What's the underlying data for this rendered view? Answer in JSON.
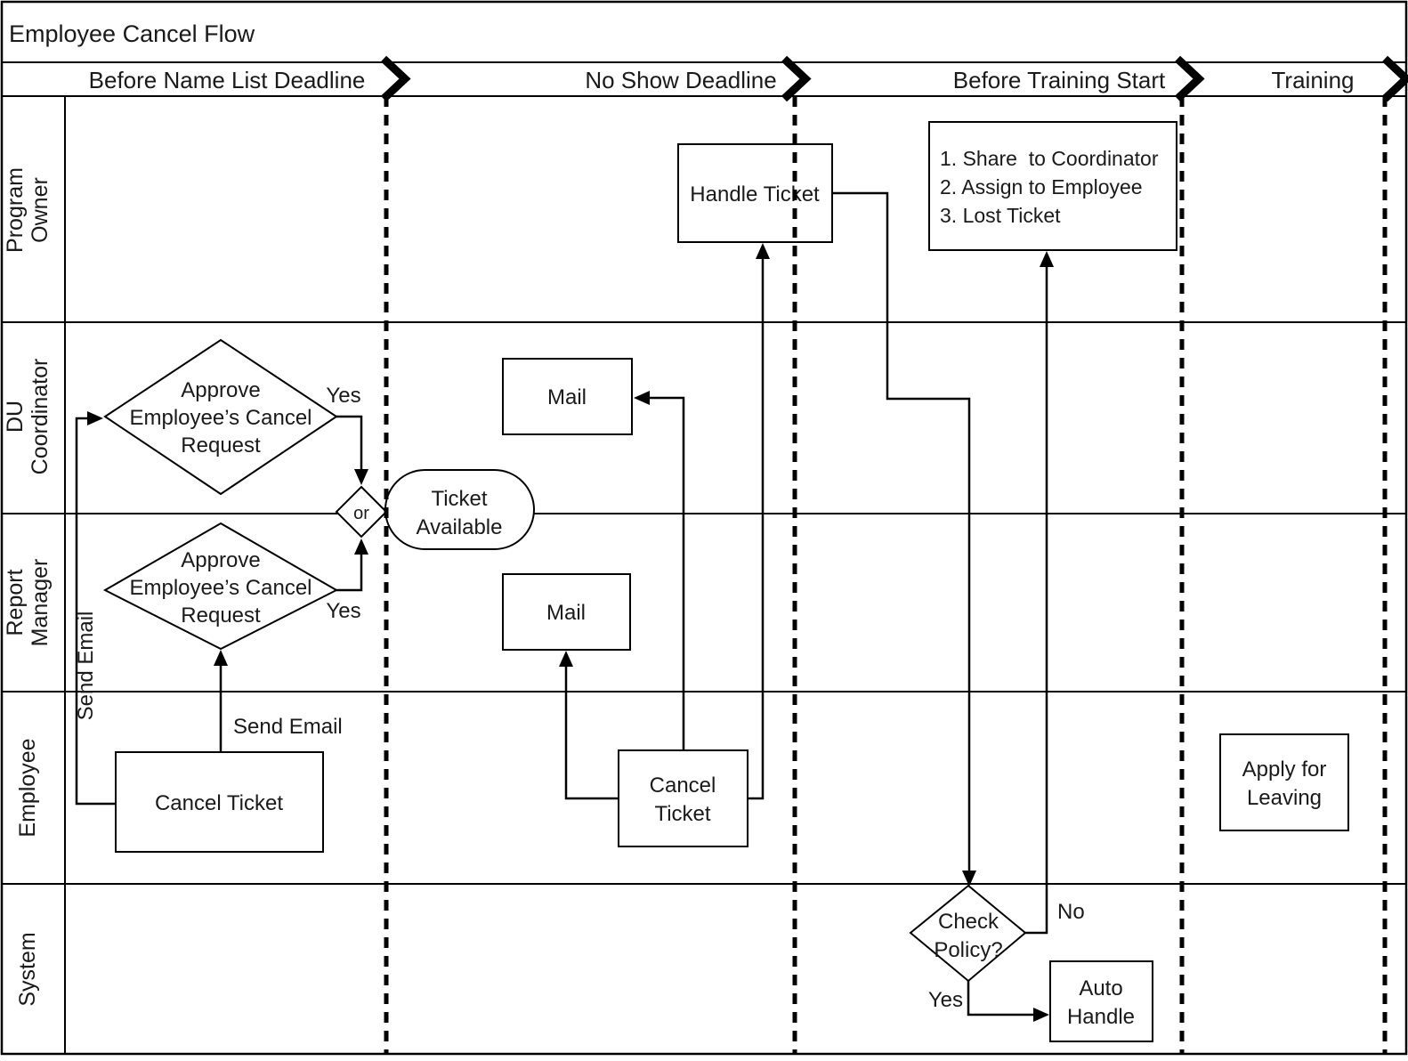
{
  "title": "Employee Cancel Flow",
  "phases": [
    {
      "label": "Before Name List Deadline"
    },
    {
      "label": "No Show Deadline"
    },
    {
      "label": "Before Training Start"
    },
    {
      "label": "Training"
    }
  ],
  "lanes": [
    {
      "line1": "Program",
      "line2": "Owner"
    },
    {
      "line1": "DU",
      "line2": "Coordinator"
    },
    {
      "line1": "Report",
      "line2": "Manager"
    },
    {
      "line1": "Employee"
    },
    {
      "line1": "System"
    }
  ],
  "nodes": {
    "du_approve": {
      "line1": "Approve",
      "line2": "Employee’s Cancel",
      "line3": "Request"
    },
    "rm_approve": {
      "line1": "Approve",
      "line2": "Employee’s Cancel",
      "line3": "Request"
    },
    "or_gateway": {
      "label": "or"
    },
    "ticket_available": {
      "line1": "Ticket",
      "line2": "Available"
    },
    "mail_du": {
      "label": "Mail"
    },
    "mail_rm": {
      "label": "Mail"
    },
    "handle_ticket": {
      "label": "Handle Ticket"
    },
    "po_options": {
      "line1": "1. Share  to Coordinator",
      "line2": "2. Assign to Employee",
      "line3": "3. Lost Ticket"
    },
    "cancel_ticket_1": {
      "label": "Cancel Ticket"
    },
    "cancel_ticket_2": {
      "line1": "Cancel",
      "line2": "Ticket"
    },
    "apply_for_leaving": {
      "line1": "Apply for",
      "line2": "Leaving"
    },
    "check_policy": {
      "line1": "Check",
      "line2": "Policy?"
    },
    "auto_handle": {
      "line1": "Auto",
      "line2": "Handle"
    }
  },
  "edge_labels": {
    "du_yes": "Yes",
    "rm_yes": "Yes",
    "send_email_vertical": "Send Email",
    "send_email_horizontal": "Send Email",
    "check_no": "No",
    "check_yes": "Yes"
  },
  "colors": {
    "gateway_fill": "#c2c2c2",
    "line": "#000000",
    "background": "#ffffff"
  }
}
